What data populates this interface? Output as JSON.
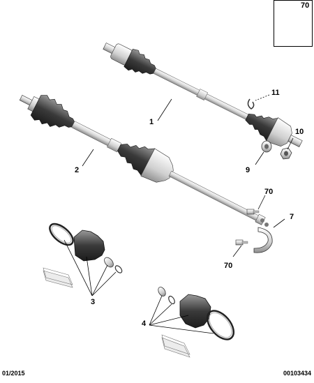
{
  "callouts": {
    "p70_inset": "70",
    "p11": "11",
    "p1": "1",
    "p10": "10",
    "p9": "9",
    "p2": "2",
    "p70_top": "70",
    "p7": "7",
    "p70_bottom": "70",
    "p3": "3",
    "p4": "4"
  },
  "footer": {
    "date": "01/2015",
    "reference": "00103434"
  },
  "colors": {
    "part_fill": "#e8e8e8",
    "part_dark": "#444444",
    "line": "#000000",
    "grease_fill": "#ececec"
  }
}
